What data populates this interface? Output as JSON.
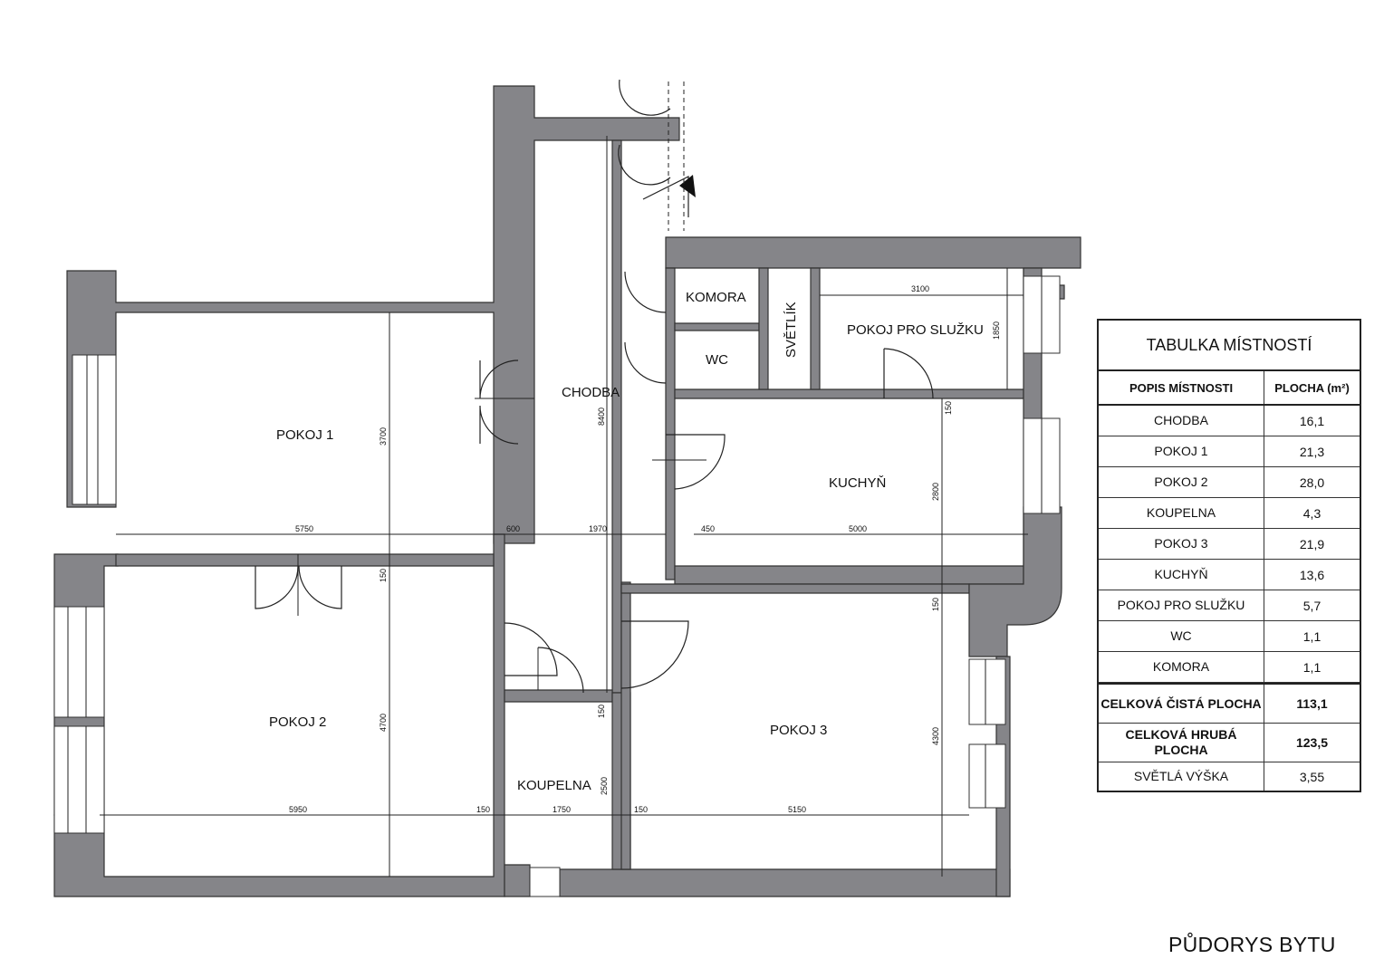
{
  "rooms": {
    "chodba": "CHODBA",
    "pokoj1": "POKOJ 1",
    "pokoj2": "POKOJ 2",
    "pokoj3": "POKOJ 3",
    "koupelna": "KOUPELNA",
    "kuchyn": "KUCHYŇ",
    "komora": "KOMORA",
    "wc": "WC",
    "svetlik": "SVĚTLÍK",
    "pokoj_pro_sluzku": "POKOJ PRO SLUŽKU"
  },
  "dimensions": {
    "d5750": "5750",
    "d600": "600",
    "d1970": "1970",
    "d450": "450",
    "d5000": "5000",
    "d5950": "5950",
    "d150a": "150",
    "d1750": "1750",
    "d150b": "150",
    "d5150": "5150",
    "d3700": "3700",
    "d150c": "150",
    "d4700": "4700",
    "d8400": "8400",
    "d150d": "150",
    "d2500": "2500",
    "d2800": "2800",
    "d150e": "150",
    "d150f": "150",
    "d4300": "4300",
    "d3100": "3100",
    "d1850": "1850"
  },
  "table": {
    "title": "TABULKA MÍSTNOSTÍ",
    "col_name": "POPIS MÍSTNOSTI",
    "col_area": "PLOCHA (m²)",
    "rows": [
      {
        "name": "CHODBA",
        "area": "16,1"
      },
      {
        "name": "POKOJ 1",
        "area": "21,3"
      },
      {
        "name": "POKOJ 2",
        "area": "28,0"
      },
      {
        "name": "KOUPELNA",
        "area": "4,3"
      },
      {
        "name": "POKOJ 3",
        "area": "21,9"
      },
      {
        "name": "KUCHYŇ",
        "area": "13,6"
      },
      {
        "name": "POKOJ PRO SLUŽKU",
        "area": "5,7"
      },
      {
        "name": "WC",
        "area": "1,1"
      },
      {
        "name": "KOMORA",
        "area": "1,1"
      }
    ],
    "totals": [
      {
        "name": "CELKOVÁ ČISTÁ PLOCHA",
        "area": "113,1"
      },
      {
        "name": "CELKOVÁ HRUBÁ PLOCHA",
        "area": "123,5"
      },
      {
        "name": "SVĚTLÁ VÝŠKA",
        "area": "3,55"
      }
    ]
  },
  "caption": "PŮDORYS BYTU",
  "colors": {
    "wall": "#858589",
    "line": "#222222"
  }
}
